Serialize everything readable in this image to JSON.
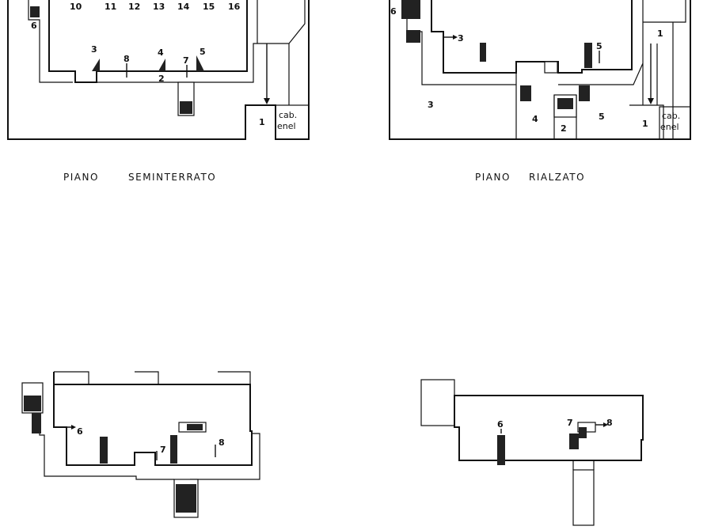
{
  "captions": {
    "seminterrato_a": "PIANO",
    "seminterrato_b": "SEMINTERRATO",
    "rialzato_a": "PIANO",
    "rialzato_b": "RIALZATO"
  },
  "plan_seminterrato": {
    "top_numbers": [
      "10",
      "11",
      "12",
      "13",
      "14",
      "15",
      "16"
    ],
    "label_6": "6",
    "label_3": "3",
    "label_8": "8",
    "label_4": "4",
    "label_7": "7",
    "label_5": "5",
    "label_2": "2",
    "label_1": "1",
    "cab_line1": "cab.",
    "cab_line2": "enel"
  },
  "plan_rialzato": {
    "label_6": "6",
    "label_3_arrow": "3",
    "label_5_arrow": "5",
    "label_1_top": "1",
    "label_3_room": "3",
    "label_4": "4",
    "label_2": "2",
    "label_5_room": "5",
    "label_1": "1",
    "cab_line1": "cab.",
    "cab_line2": "enel"
  },
  "plan_third": {
    "label_6": "6",
    "label_7": "7",
    "label_8": "8"
  },
  "plan_fourth": {
    "label_6": "6",
    "label_7": "7",
    "label_8": "8"
  }
}
